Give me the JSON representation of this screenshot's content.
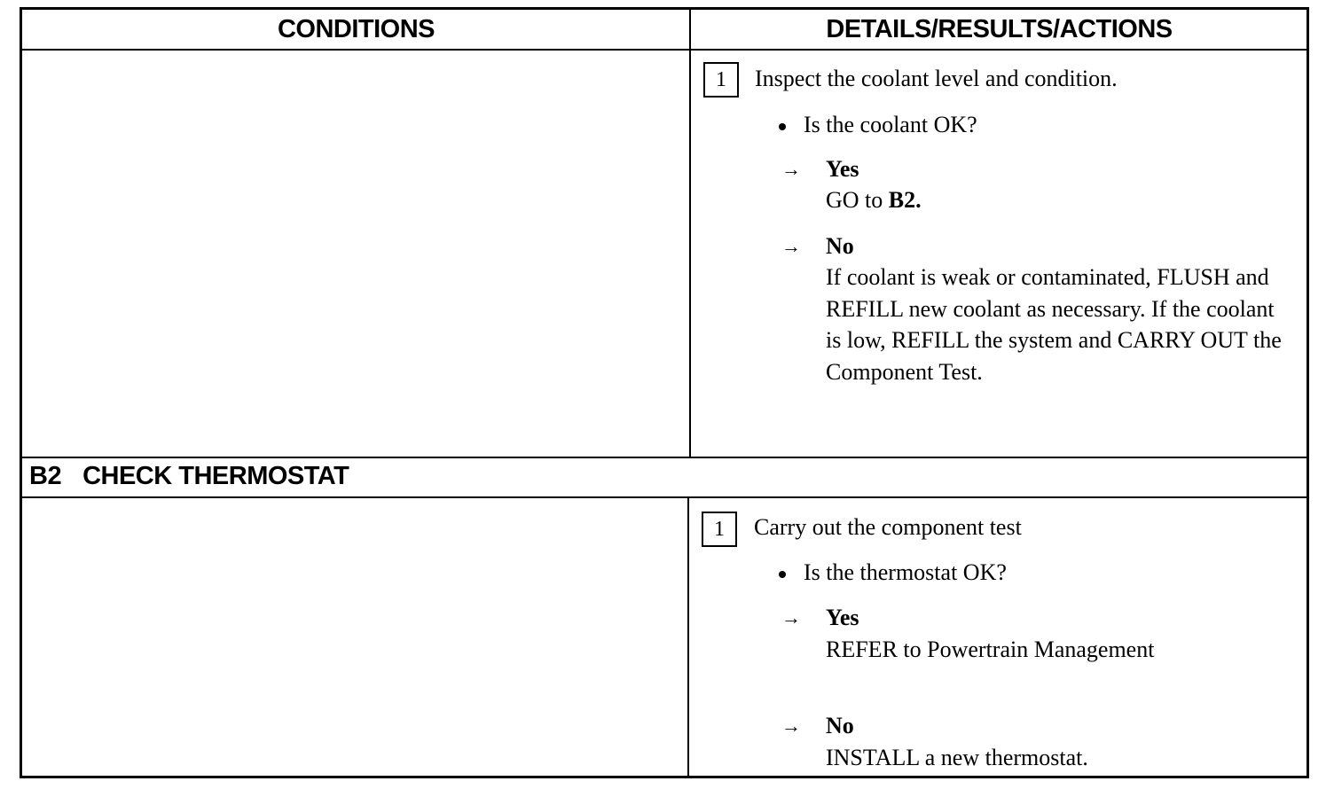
{
  "headers": {
    "conditions": "CONDITIONS",
    "details": "DETAILS/RESULTS/ACTIONS"
  },
  "blocks": [
    {
      "step_number": "1",
      "instruction": "Inspect the coolant level and condition.",
      "question": "Is the coolant OK?",
      "yes_label": "Yes",
      "yes_action_prefix": "GO to ",
      "yes_action_target": "B2.",
      "no_label": "No",
      "no_action": "If coolant is weak or contaminated, FLUSH and REFILL new coolant as necessary. If the coolant is low, REFILL the system and CARRY OUT the Component Test."
    },
    {
      "section_code": "B2",
      "section_title": "CHECK THERMOSTAT",
      "step_number": "1",
      "instruction": "Carry out the component test",
      "question": "Is the thermostat OK?",
      "yes_label": "Yes",
      "yes_action": "REFER to Powertrain Management",
      "no_label": "No",
      "no_action": "INSTALL a new thermostat."
    }
  ],
  "icons": {
    "arrow": "right-arrow-icon",
    "bullet": "bullet-dot-icon"
  }
}
